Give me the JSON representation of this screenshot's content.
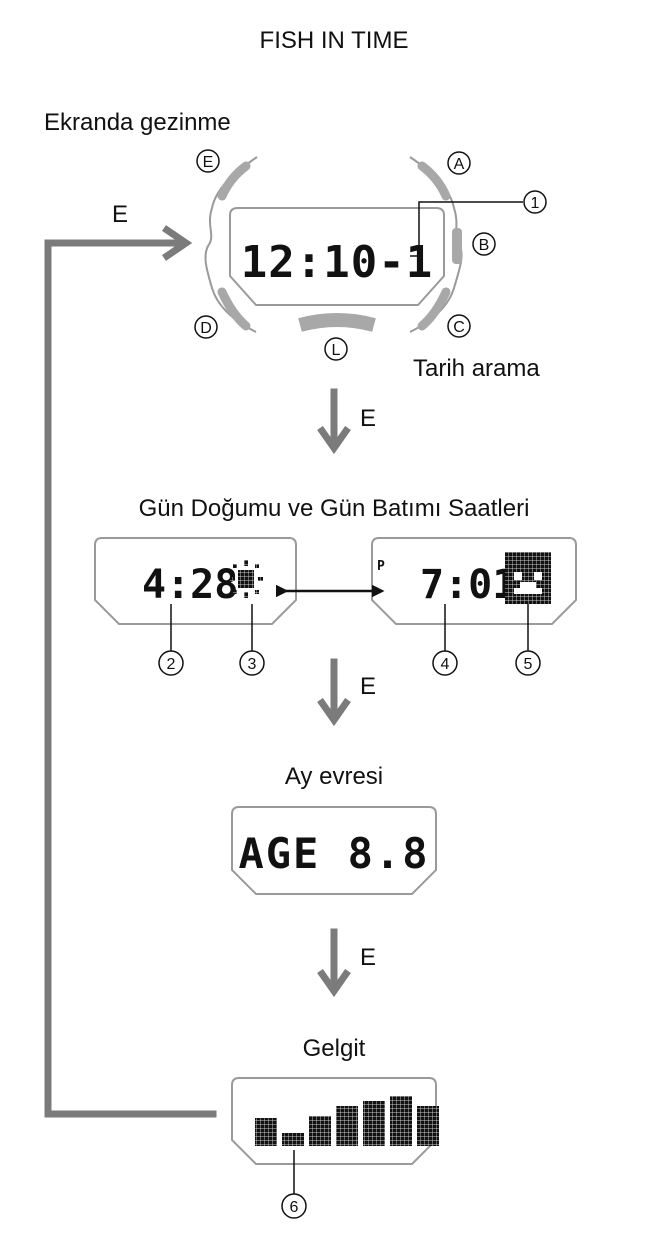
{
  "title": "FISH IN TIME",
  "sections": {
    "nav_heading": "Ekranda gezinme",
    "date_search": "Tarih arama",
    "sunrise_heading": "Gün Doğumu ve Gün Batımı Saatleri",
    "moon_heading": "Ay evresi",
    "tide_heading": "Gelgit"
  },
  "arrow_label": "E",
  "buttons": {
    "a": "A",
    "b": "B",
    "c": "C",
    "d": "D",
    "e": "E",
    "l": "L"
  },
  "callouts": {
    "c1": "1",
    "c2": "2",
    "c3": "3",
    "c4": "4",
    "c5": "5",
    "c6": "6"
  },
  "displays": {
    "main_time": "12:10-1",
    "sunrise_time": "4:28",
    "sunset_time": "7:01",
    "pm_indicator": "P",
    "moon_age": "AGE 8.8"
  },
  "tide_graph": {
    "levels": [
      0.55,
      0.25,
      0.6,
      0.8,
      0.9,
      1.0,
      0.8
    ]
  },
  "colors": {
    "frame": "#9a9a9a",
    "arrow": "#7b7b7b",
    "button": "#a8a8a8",
    "ink": "#111111"
  }
}
